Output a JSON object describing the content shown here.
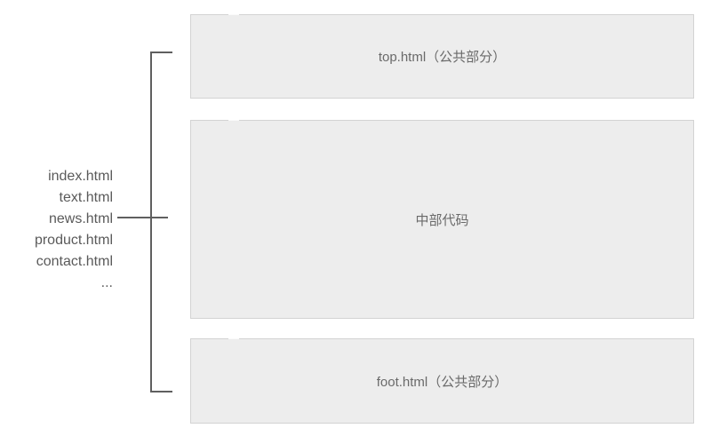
{
  "diagram": {
    "description_type": "website-include-structure",
    "file_list": {
      "items": [
        "index.html",
        "text.html",
        "news.html",
        "product.html",
        "contact.html",
        "..."
      ]
    },
    "boxes": {
      "top": {
        "label": "top.html（公共部分）"
      },
      "middle": {
        "label": "中部代码"
      },
      "foot": {
        "label": "foot.html（公共部分）"
      }
    },
    "colors": {
      "box_fill": "#ededed",
      "box_border": "#d3d3d3",
      "box_text": "#6a6a6a",
      "list_text": "#5a5a5a",
      "connector_line": "#5f5f5f",
      "background": "#ffffff"
    }
  }
}
